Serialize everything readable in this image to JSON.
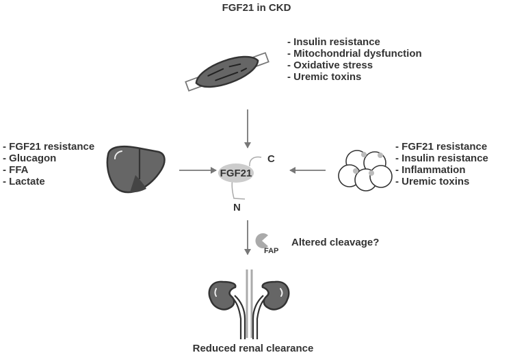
{
  "title": "FGF21 in CKD",
  "muscle": {
    "factors": [
      "- Insulin resistance",
      "- Mitochondrial dysfunction",
      "- Oxidative stress",
      "- Uremic toxins"
    ]
  },
  "liver": {
    "factors": [
      "- FGF21 resistance",
      "- Glucagon",
      "- FFA",
      "- Lactate"
    ]
  },
  "adipose": {
    "factors": [
      "- FGF21 resistance",
      "- Insulin resistance",
      "- Inflammation",
      "- Uremic toxins"
    ]
  },
  "center": {
    "protein_label": "FGF21",
    "c_terminus": "C",
    "n_terminus": "N"
  },
  "cleavage": {
    "enzyme": "FAP",
    "text": "Altered cleavage?"
  },
  "kidney": {
    "label": "Reduced renal clearance"
  },
  "colors": {
    "text": "#333333",
    "arrow": "#777777",
    "organ_fill": "#666666",
    "organ_shade": "#444444",
    "fgf21_fill": "#cccccc"
  }
}
